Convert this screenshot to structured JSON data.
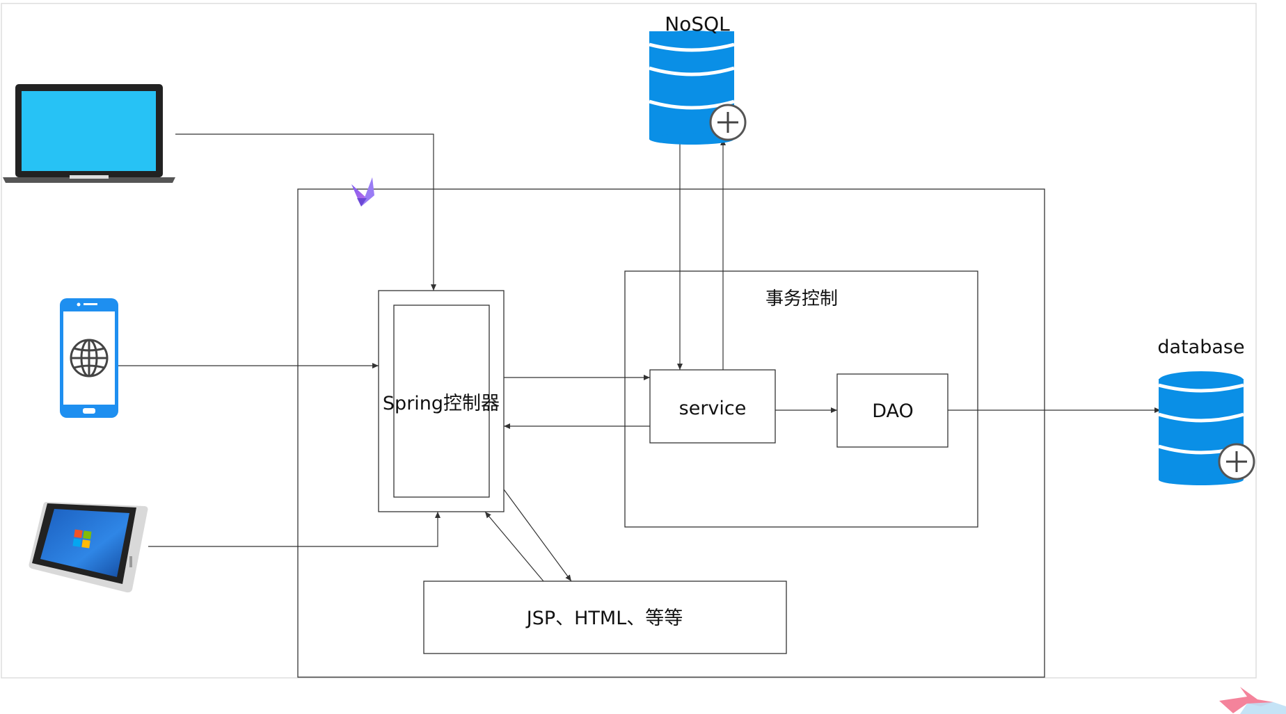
{
  "diagram": {
    "nosql_label": "NoSQL",
    "database_label": "database",
    "spring_label": "Spring控制器",
    "transaction_label": "事务控制",
    "service_label": "service",
    "dao_label": "DAO",
    "view_label": "JSP、HTML、等等"
  },
  "colors": {
    "db_blue": "#0a8fe6",
    "screen_blue": "#27c2f5",
    "phone_blue": "#1e8ff0",
    "line": "#333333"
  },
  "icons": {
    "client_laptop": "laptop-icon",
    "client_phone": "phone-globe-icon",
    "client_tablet": "tablet-icon",
    "nosql_db": "database-plus-icon",
    "relational_db": "database-plus-icon",
    "framework_logo": "spring-leaf-logo",
    "corner_logo": "bird-logo"
  }
}
